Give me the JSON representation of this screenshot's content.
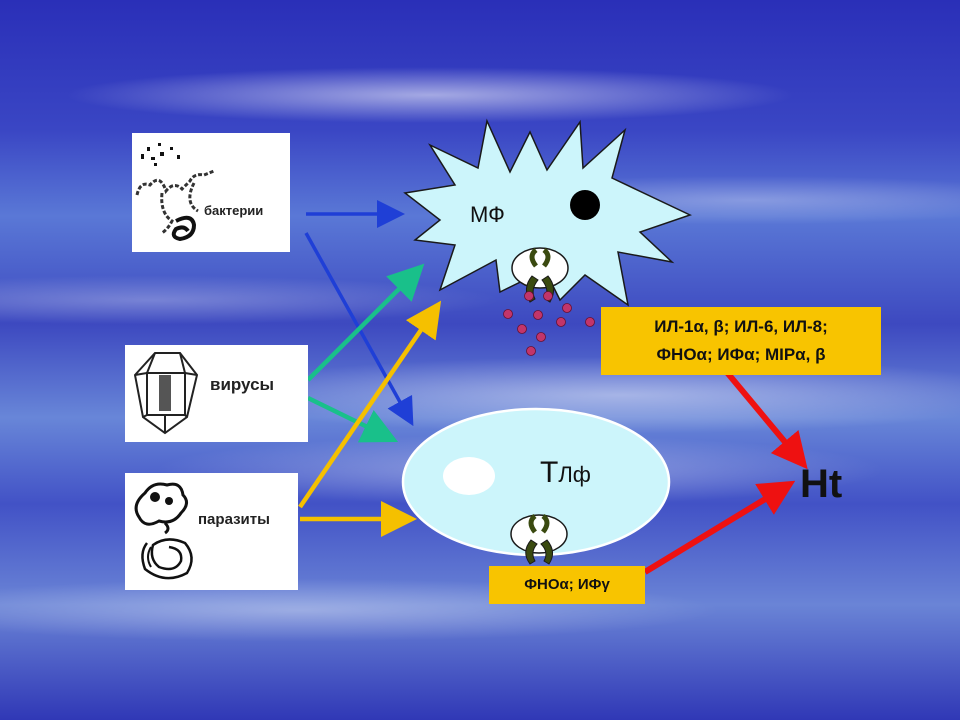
{
  "pathogens": {
    "bacteria": "бактерии",
    "viruses": "вирусы",
    "parasites": "паразиты"
  },
  "cells": {
    "macrophage": "МФ",
    "t_lymphocyte_prefix": "Т",
    "t_lymphocyte_suffix": "Лф"
  },
  "cytokines": {
    "macrophage_line1": "ИЛ-1α, β; ИЛ-6, ИЛ-8;",
    "macrophage_line2": "ФНОα; ИФα; MIPα, β",
    "t_lymphocyte": "ФНОα; ИФγ"
  },
  "target": "Ht",
  "colors": {
    "bacteria_arrow": "#1f3fd6",
    "virus_arrow": "#19c08a",
    "parasite_arrow": "#f5c000",
    "cytokine_arrow": "#ee1111",
    "cell_fill": "#ccf5fb",
    "cytokine_box": "#f8c400"
  }
}
